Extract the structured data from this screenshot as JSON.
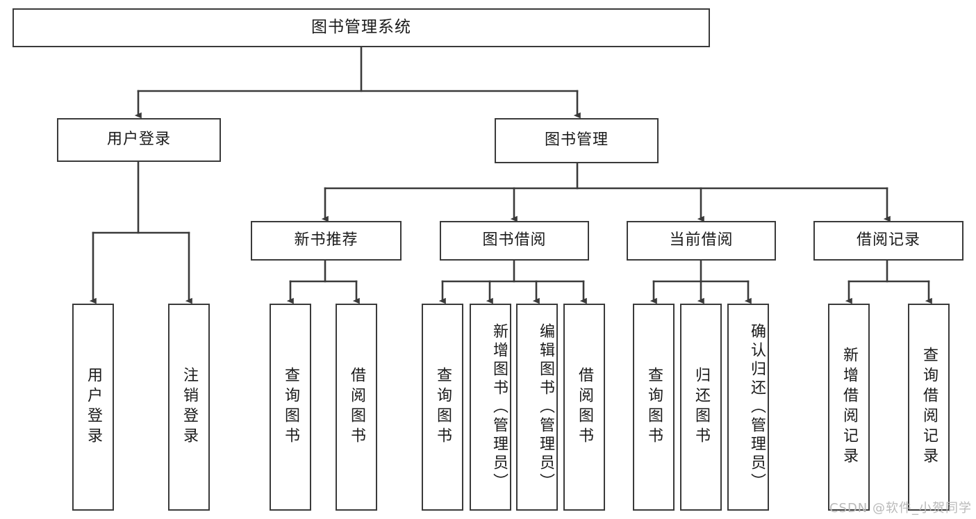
{
  "diagram": {
    "title": "图书管理系统",
    "watermark": "CSDN @软件_小贺同学",
    "stroke_color": "#3a3a3a",
    "fill_color": "#ffffff",
    "text_color": "#1a1a1a",
    "levels": {
      "root": {
        "label": "图书管理系统"
      },
      "level2": [
        {
          "id": "user-login",
          "label": "用户登录"
        },
        {
          "id": "book-management",
          "label": "图书管理"
        }
      ],
      "level3": [
        {
          "id": "new-book-recommend",
          "label": "新书推荐",
          "parent": "book-management"
        },
        {
          "id": "book-borrow",
          "label": "图书借阅",
          "parent": "book-management"
        },
        {
          "id": "current-borrow",
          "label": "当前借阅",
          "parent": "book-management"
        },
        {
          "id": "borrow-record",
          "label": "借阅记录",
          "parent": "book-management"
        }
      ],
      "leaves": [
        {
          "id": "leaf-user-login",
          "label": "用户登录",
          "parent": "user-login"
        },
        {
          "id": "leaf-logout-login",
          "label": "注销登录",
          "parent": "user-login"
        },
        {
          "id": "leaf-query-book-1",
          "label": "查询图书",
          "parent": "new-book-recommend"
        },
        {
          "id": "leaf-borrow-book-1",
          "label": "借阅图书",
          "parent": "new-book-recommend"
        },
        {
          "id": "leaf-query-book-2",
          "label": "查询图书",
          "parent": "book-borrow"
        },
        {
          "id": "leaf-add-book",
          "label": "新增图书（管理员）",
          "parent": "book-borrow"
        },
        {
          "id": "leaf-edit-book",
          "label": "编辑图书（管理员）",
          "parent": "book-borrow"
        },
        {
          "id": "leaf-borrow-book-2",
          "label": "借阅图书",
          "parent": "book-borrow"
        },
        {
          "id": "leaf-query-book-3",
          "label": "查询图书",
          "parent": "current-borrow"
        },
        {
          "id": "leaf-return-book",
          "label": "归还图书",
          "parent": "current-borrow"
        },
        {
          "id": "leaf-confirm-return",
          "label": "确认归还（管理员）",
          "parent": "current-borrow"
        },
        {
          "id": "leaf-add-record",
          "label": "新增借阅记录",
          "parent": "borrow-record"
        },
        {
          "id": "leaf-query-record",
          "label": "查询借阅记录",
          "parent": "borrow-record"
        }
      ]
    }
  }
}
